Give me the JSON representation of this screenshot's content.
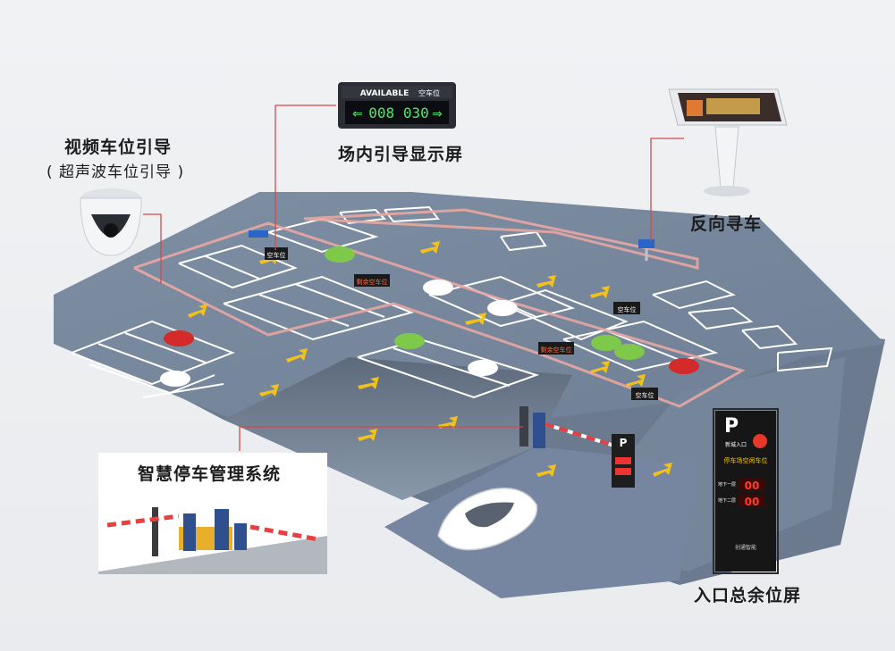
{
  "labels": {
    "video_guidance": "视频车位引导",
    "ultrasonic_guidance": "( 超声波车位引导 )",
    "indoor_guidance_screen": "场内引导显示屏",
    "reverse_car_search": "反向寻车",
    "smart_parking_system": "智慧停车管理系统",
    "entrance_remaining_screen": "入口总余位屏"
  },
  "display_sign": {
    "header": "AVAILABLE",
    "header_cn": "空车位",
    "digits": "008 030"
  },
  "lot_signs": {
    "vacant": "空车位",
    "remaining": "剩余空车位"
  },
  "entrance_sign": {
    "logo": "P",
    "entrance_label": "新城入口",
    "line1": "停车场空闲车位",
    "floor1_label": "地下一层",
    "floor2_label": "地下二层",
    "brand": "创通智能"
  },
  "colors": {
    "floor": "#76869b",
    "floor_dark": "#5f6d80",
    "ramp": "#8796aa",
    "route": "#e8a7a3",
    "leader": "#d94848",
    "arrow": "#f3c21a",
    "led_green": "#4ee86a",
    "led_red": "#ff3b2a"
  }
}
